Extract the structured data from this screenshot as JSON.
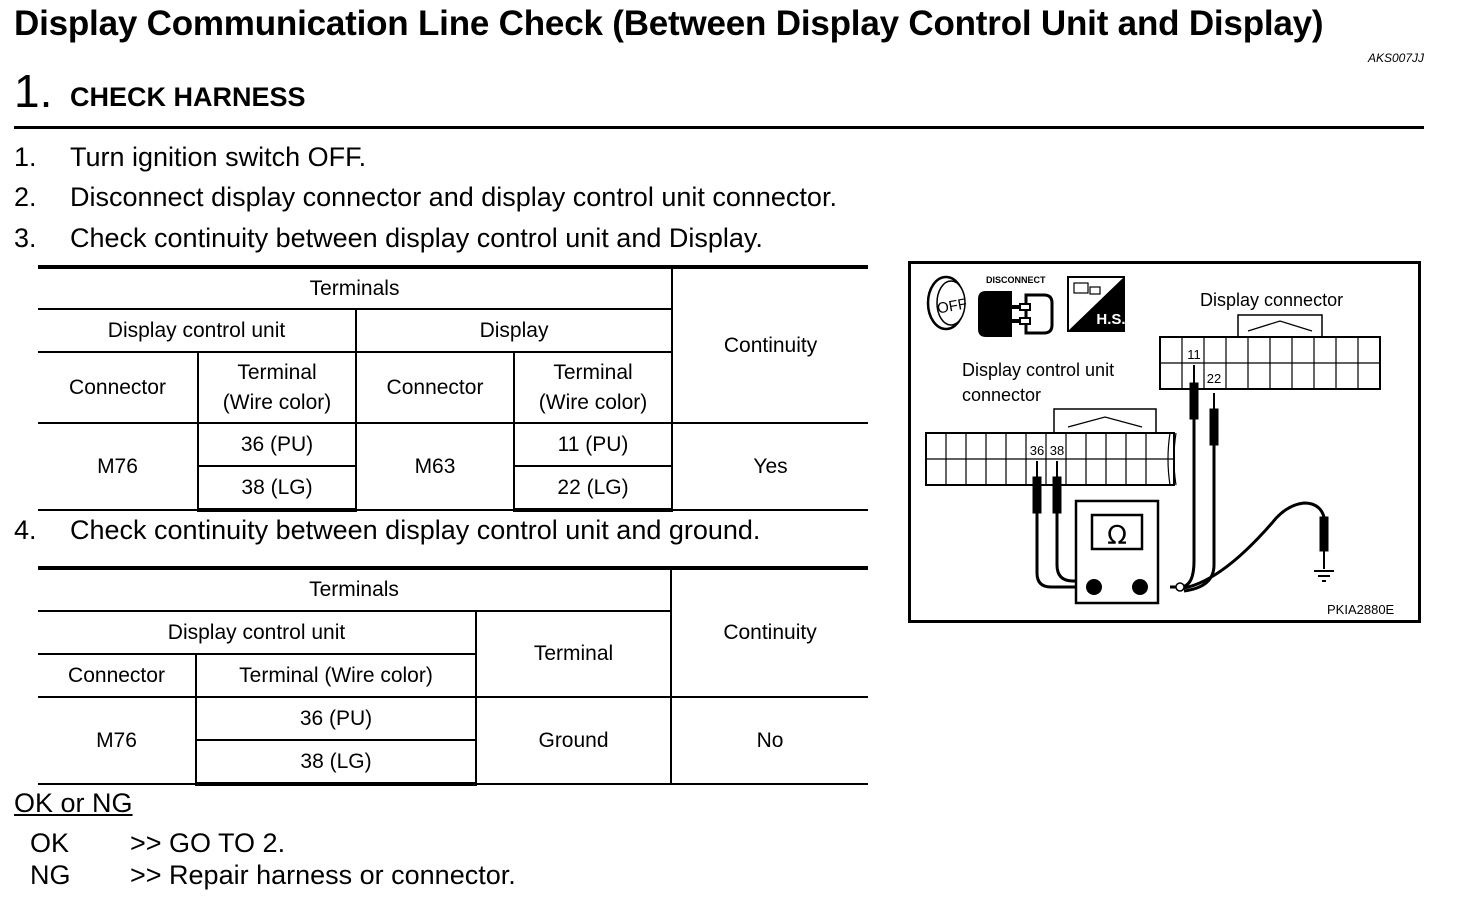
{
  "title": "Display Communication Line Check (Between Display Control Unit and Display)",
  "doc_id": "AKS007JJ",
  "section": {
    "number": "1.",
    "title": "CHECK HARNESS"
  },
  "steps": [
    {
      "num": "1.",
      "text": "Turn ignition switch OFF."
    },
    {
      "num": "2.",
      "text": "Disconnect display connector and display control unit connector."
    },
    {
      "num": "3.",
      "text": "Check continuity between display control unit and Display."
    },
    {
      "num": "4.",
      "text": "Check continuity between display control unit and ground."
    }
  ],
  "table1": {
    "terminals": "Terminals",
    "group_a": "Display control unit",
    "group_b": "Display",
    "continuity": "Continuity",
    "connector": "Connector",
    "terminal_line1": "Terminal",
    "terminal_line2": "(Wire color)",
    "conn_a": "M76",
    "conn_b": "M63",
    "a_rows": [
      "36 (PU)",
      "38 (LG)"
    ],
    "b_rows": [
      "11 (PU)",
      "22 (LG)"
    ],
    "result": "Yes"
  },
  "table2": {
    "terminals": "Terminals",
    "group_a": "Display control unit",
    "terminal": "Terminal",
    "continuity": "Continuity",
    "connector": "Connector",
    "terminal_wire": "Terminal (Wire color)",
    "conn_a": "M76",
    "a_rows": [
      "36 (PU)",
      "38 (LG)"
    ],
    "ground": "Ground",
    "result": "No"
  },
  "ok_ng": "OK or NG",
  "results": [
    {
      "key": "OK",
      "text": ">> GO TO 2."
    },
    {
      "key": "NG",
      "text": ">> Repair harness or connector."
    }
  ],
  "figure": {
    "disconnect": "DISCONNECT",
    "off": "OFF",
    "hs": "H.S.",
    "display_connector": "Display connector",
    "dcu_line1": "Display control unit",
    "dcu_line2": "connector",
    "pins": [
      "11",
      "22",
      "36",
      "38"
    ],
    "ohm": "Ω",
    "fig_id": "PKIA2880E"
  }
}
